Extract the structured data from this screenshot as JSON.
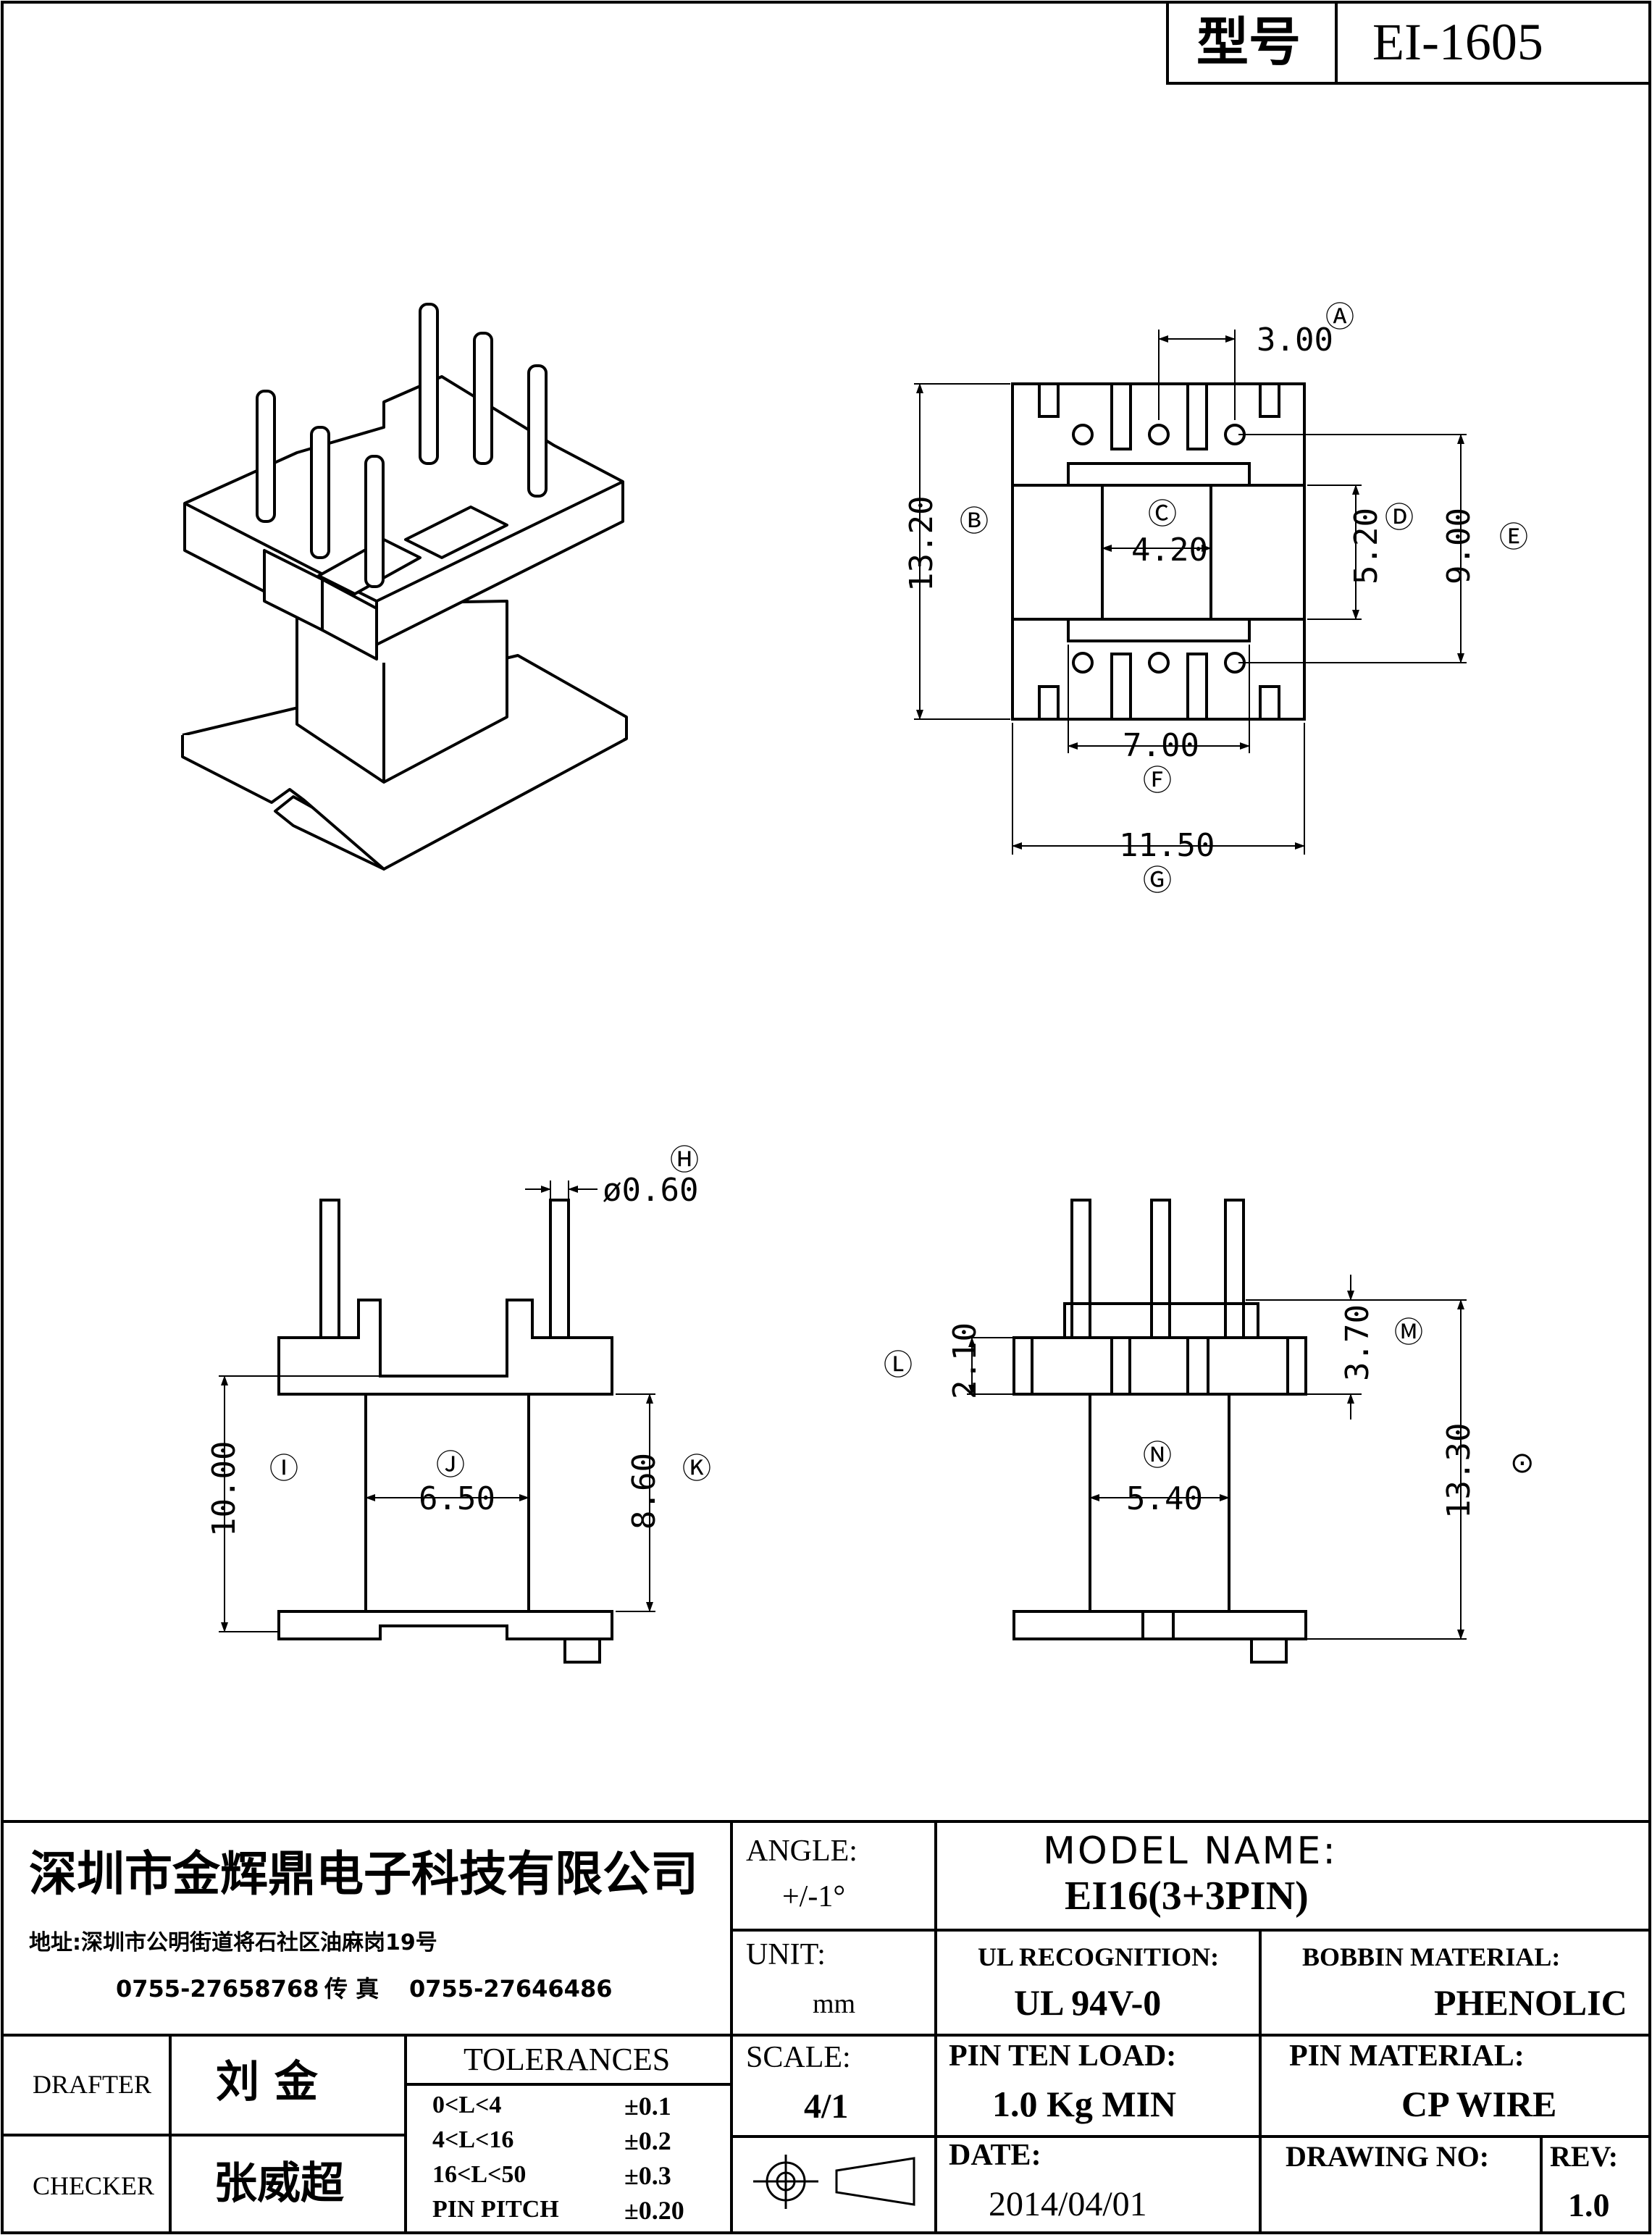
{
  "header": {
    "type_label": "型号",
    "part_no": "EI-1605"
  },
  "top_view": {
    "A": {
      "tag": "Ⓐ",
      "value": "3.00"
    },
    "B": {
      "tag": "Ⓑ",
      "value": "13.20"
    },
    "C": {
      "tag": "Ⓒ",
      "value": "4.20"
    },
    "D": {
      "tag": "Ⓓ",
      "value": "5.20"
    },
    "E": {
      "tag": "Ⓔ",
      "value": "9.00"
    },
    "F": {
      "tag": "Ⓕ",
      "value": "7.00"
    },
    "G": {
      "tag": "Ⓖ",
      "value": "11.50"
    }
  },
  "front_view": {
    "H": {
      "tag": "Ⓗ",
      "value": "ø0.60"
    },
    "I": {
      "tag": "Ⓘ",
      "value": "10.00"
    },
    "J": {
      "tag": "Ⓙ",
      "value": "6.50"
    },
    "K": {
      "tag": "Ⓚ",
      "value": "8.60"
    }
  },
  "side_view": {
    "L": {
      "tag": "Ⓛ",
      "value": "2.10"
    },
    "M": {
      "tag": "Ⓜ",
      "value": "3.70"
    },
    "N": {
      "tag": "Ⓝ",
      "value": "5.40"
    },
    "O": {
      "tag": "⊙",
      "value": "13.30"
    }
  },
  "title_block": {
    "company": "深圳市金辉鼎电子科技有限公司",
    "address": "地址:深圳市公明街道将石社区油麻岗19号",
    "phone": "0755-27658768",
    "fax_label": "传 真",
    "fax": "0755-27646486",
    "angle_label": "ANGLE:",
    "angle_value": "+/-1°",
    "model_label": "MODEL NAME:",
    "model_value": "EI16(3+3PIN)",
    "unit_label": "UNIT:",
    "unit_value": "mm",
    "ul_label": "UL RECOGNITION:",
    "ul_value": "UL 94V-0",
    "bobbin_label": "BOBBIN MATERIAL:",
    "bobbin_value": "PHENOLIC",
    "drafter_label": "DRAFTER",
    "drafter_name": "刘 金",
    "checker_label": "CHECKER",
    "checker_name": "张威超",
    "tolerances_label": "TOLERANCES",
    "tolerances": [
      {
        "range": "0<L<4",
        "value": "±0.1"
      },
      {
        "range": "4<L<16",
        "value": "±0.2"
      },
      {
        "range": "16<L<50",
        "value": "±0.3"
      },
      {
        "range": "PIN PITCH",
        "value": "±0.20"
      }
    ],
    "scale_label": "SCALE:",
    "scale_value": "4/1",
    "pin_ten_label": "PIN TEN LOAD:",
    "pin_ten_value": "1.0 Kg MIN",
    "pin_mat_label": "PIN MATERIAL:",
    "pin_mat_value": "CP WIRE",
    "date_label": "DATE:",
    "date_value": "2014/04/01",
    "drawing_no_label": "DRAWING NO:",
    "rev_label": "REV:",
    "rev_value": "1.0"
  }
}
